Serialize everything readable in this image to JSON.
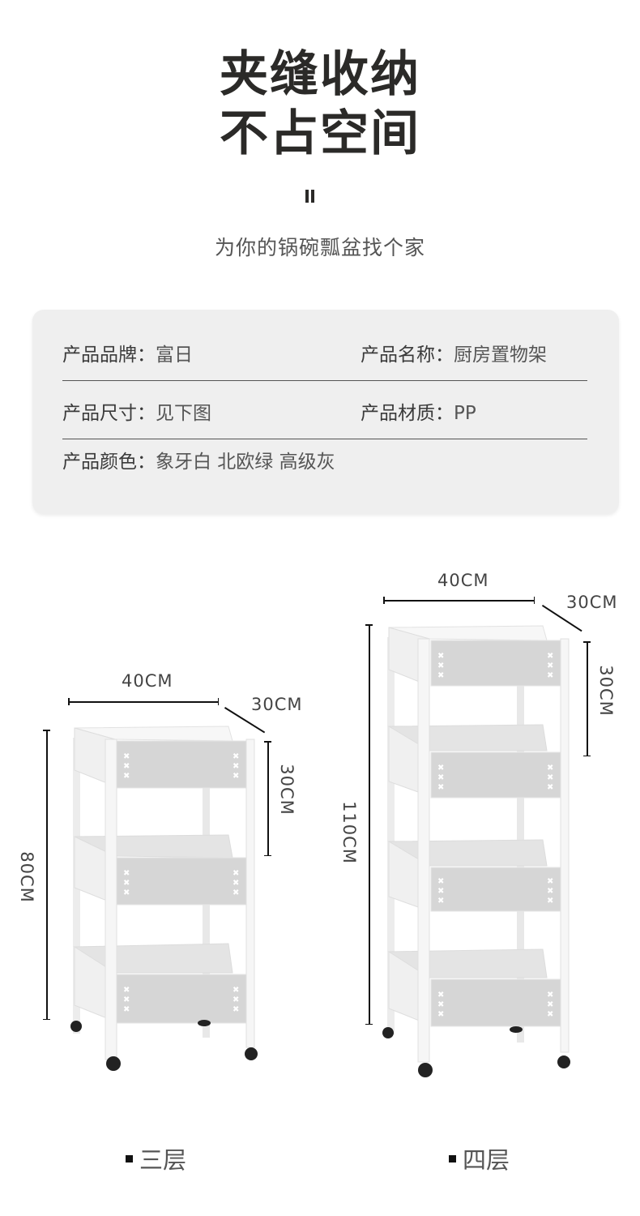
{
  "headline": {
    "line1": "夹缝收纳",
    "line2": "不占空间",
    "subtitle": "为你的锅碗瓢盆找个家"
  },
  "specs": {
    "brand": {
      "label": "产品品牌：",
      "value": "富日"
    },
    "name": {
      "label": "产品名称：",
      "value": "厨房置物架"
    },
    "size": {
      "label": "产品尺寸：",
      "value": "见下图"
    },
    "material": {
      "label": "产品材质：",
      "value": "PP"
    },
    "color": {
      "label": "产品颜色：",
      "value": "象牙白 北欧绿 高级灰"
    }
  },
  "products": [
    {
      "name": "三层",
      "tiers": 3,
      "width": "40CM",
      "depth": "30CM",
      "tier_height": "30CM",
      "total_height": "80CM"
    },
    {
      "name": "四层",
      "tiers": 4,
      "width": "40CM",
      "depth": "30CM",
      "tier_height": "30CM",
      "total_height": "110CM"
    }
  ],
  "colors": {
    "text_dark": "#2b2a28",
    "card_bg": "#efefef",
    "rack_white": "#f4f4f4",
    "rack_panel": "#d4d4d4",
    "wheel": "#222222"
  }
}
